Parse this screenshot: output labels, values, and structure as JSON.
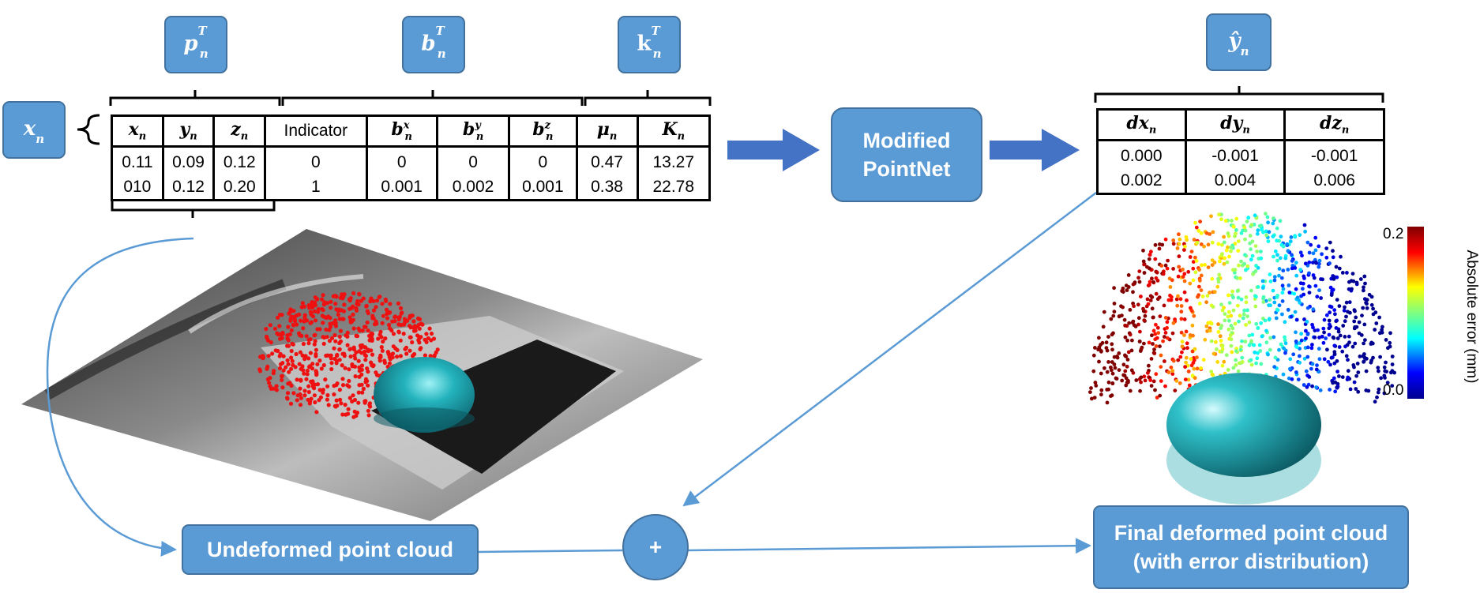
{
  "symbols": {
    "x_n": "x",
    "p_T": "p",
    "b_T": "b",
    "k_T": "k",
    "y_hat": "ŷ"
  },
  "input_table": {
    "headers": [
      {
        "sym": "x",
        "sub": "n",
        "sup": ""
      },
      {
        "sym": "y",
        "sub": "n",
        "sup": ""
      },
      {
        "sym": "z",
        "sub": "n",
        "sup": ""
      },
      {
        "sym": "Indicator",
        "sub": "",
        "sup": ""
      },
      {
        "sym": "b",
        "sub": "n",
        "sup": "x"
      },
      {
        "sym": "b",
        "sub": "n",
        "sup": "y"
      },
      {
        "sym": "b",
        "sub": "n",
        "sup": "z"
      },
      {
        "sym": "μ",
        "sub": "n",
        "sup": ""
      },
      {
        "sym": "K",
        "sub": "n",
        "sup": ""
      }
    ],
    "rows": [
      [
        "0.11",
        "0.09",
        "0.12",
        "0",
        "0",
        "0",
        "0",
        "0.47",
        "13.27"
      ],
      [
        "010",
        "0.12",
        "0.20",
        "1",
        "0.001",
        "0.002",
        "0.001",
        "0.38",
        "22.78"
      ]
    ]
  },
  "output_table": {
    "headers": [
      {
        "sym": "dx",
        "sub": "n"
      },
      {
        "sym": "dy",
        "sub": "n"
      },
      {
        "sym": "dz",
        "sub": "n"
      }
    ],
    "rows": [
      [
        "0.000",
        "-0.001",
        "-0.001"
      ],
      [
        "0.002",
        "0.004",
        "0.006"
      ]
    ]
  },
  "boxes": {
    "model": "Modified\nPointNet",
    "undeformed": "Undeformed point cloud",
    "plus": "+",
    "final_line1": "Final deformed point cloud",
    "final_line2": "(with error distribution)"
  },
  "colorbar": {
    "title": "Absolute error (mm)",
    "max": "0.2",
    "min": "0.0"
  },
  "colors": {
    "box_fill": "#5b9bd5",
    "box_border": "#41719c",
    "arrow_fill": "#4472c4",
    "connector": "#5b9bd5",
    "point_red": "#ee1111",
    "sphere": "#1aa3ad"
  }
}
